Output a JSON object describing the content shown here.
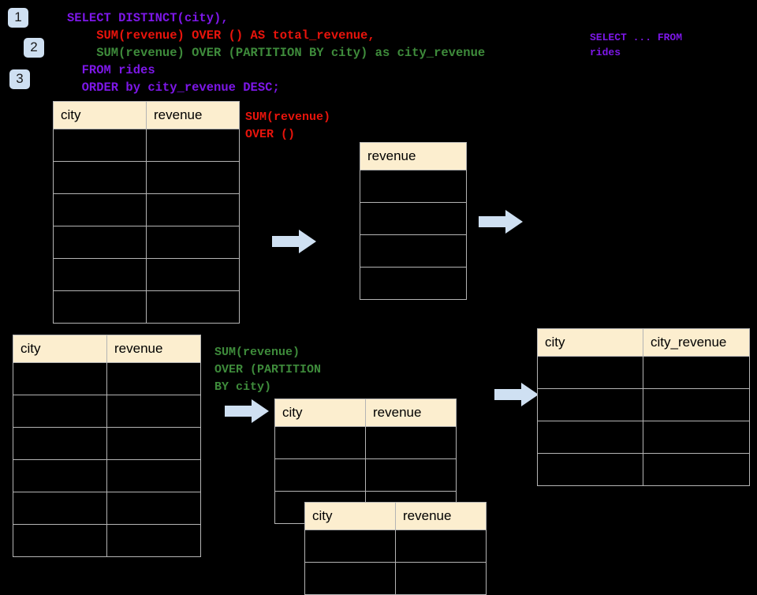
{
  "page": {
    "background": "#000000",
    "header_fill": "#fceecf",
    "grid_line": "#b4b4b4",
    "arrow_fill": "#cfe0f2",
    "badge_fill": "#cfe0f2"
  },
  "badges": [
    {
      "label": "1"
    },
    {
      "label": "2"
    },
    {
      "label": "3"
    }
  ],
  "query": {
    "lines": [
      {
        "text": "SELECT DISTINCT(city),",
        "color": "#7d17e8"
      },
      {
        "text": "    SUM(revenue) OVER () AS total_revenue,",
        "color": "#e8140c"
      },
      {
        "text": "    SUM(revenue) OVER (PARTITION BY city) as city_revenue",
        "color": "#3e8b3b"
      },
      {
        "text": "  FROM rides",
        "color": "#7d17e8"
      },
      {
        "text": "  ORDER by city_revenue DESC;",
        "color": "#7d17e8"
      }
    ],
    "side_note": "SELECT ... FROM\nrides",
    "side_note_color": "#7d17e8"
  },
  "annotations": {
    "total_revenue": "SUM(revenue)\nOVER ()",
    "total_revenue_color": "#e8140c",
    "city_revenue": "SUM(revenue)\nOVER (PARTITION\nBY city)",
    "city_revenue_color": "#3e8b3b"
  },
  "tables": {
    "source_top": {
      "name": "rides-source-table",
      "headers": [
        "city",
        "revenue"
      ],
      "rows": 6,
      "cells": [
        [
          "",
          ""
        ],
        [
          "",
          ""
        ],
        [
          "",
          ""
        ],
        [
          "",
          ""
        ],
        [
          "",
          ""
        ],
        [
          "",
          ""
        ]
      ]
    },
    "total_revenue": {
      "name": "total-revenue-table",
      "headers": [
        "revenue"
      ],
      "rows": 4,
      "cells": [
        [
          ""
        ],
        [
          ""
        ],
        [
          ""
        ],
        [
          ""
        ]
      ]
    },
    "source_bottom": {
      "name": "rides-source-table-2",
      "headers": [
        "city",
        "revenue"
      ],
      "rows": 6,
      "cells": [
        [
          "",
          ""
        ],
        [
          "",
          ""
        ],
        [
          "",
          ""
        ],
        [
          "",
          ""
        ],
        [
          "",
          ""
        ],
        [
          "",
          ""
        ]
      ]
    },
    "partition_back": {
      "name": "partition-group-table-back",
      "headers": [
        "city",
        "revenue"
      ],
      "rows": 3,
      "cells": [
        [
          "",
          ""
        ],
        [
          "",
          ""
        ],
        [
          "",
          ""
        ]
      ]
    },
    "partition_front": {
      "name": "partition-group-table-front",
      "headers": [
        "city",
        "revenue"
      ],
      "rows": 2,
      "cells": [
        [
          "",
          ""
        ],
        [
          "",
          ""
        ]
      ]
    },
    "result": {
      "name": "city-revenue-result-table",
      "headers": [
        "city",
        "city_revenue"
      ],
      "rows": 4,
      "cells": [
        [
          "",
          ""
        ],
        [
          "",
          ""
        ],
        [
          "",
          ""
        ],
        [
          "",
          ""
        ]
      ]
    }
  },
  "arrows": [
    {
      "name": "arrow-source-to-total"
    },
    {
      "name": "arrow-total-to-result"
    },
    {
      "name": "arrow-source-to-partition"
    },
    {
      "name": "arrow-partition-to-result"
    }
  ]
}
